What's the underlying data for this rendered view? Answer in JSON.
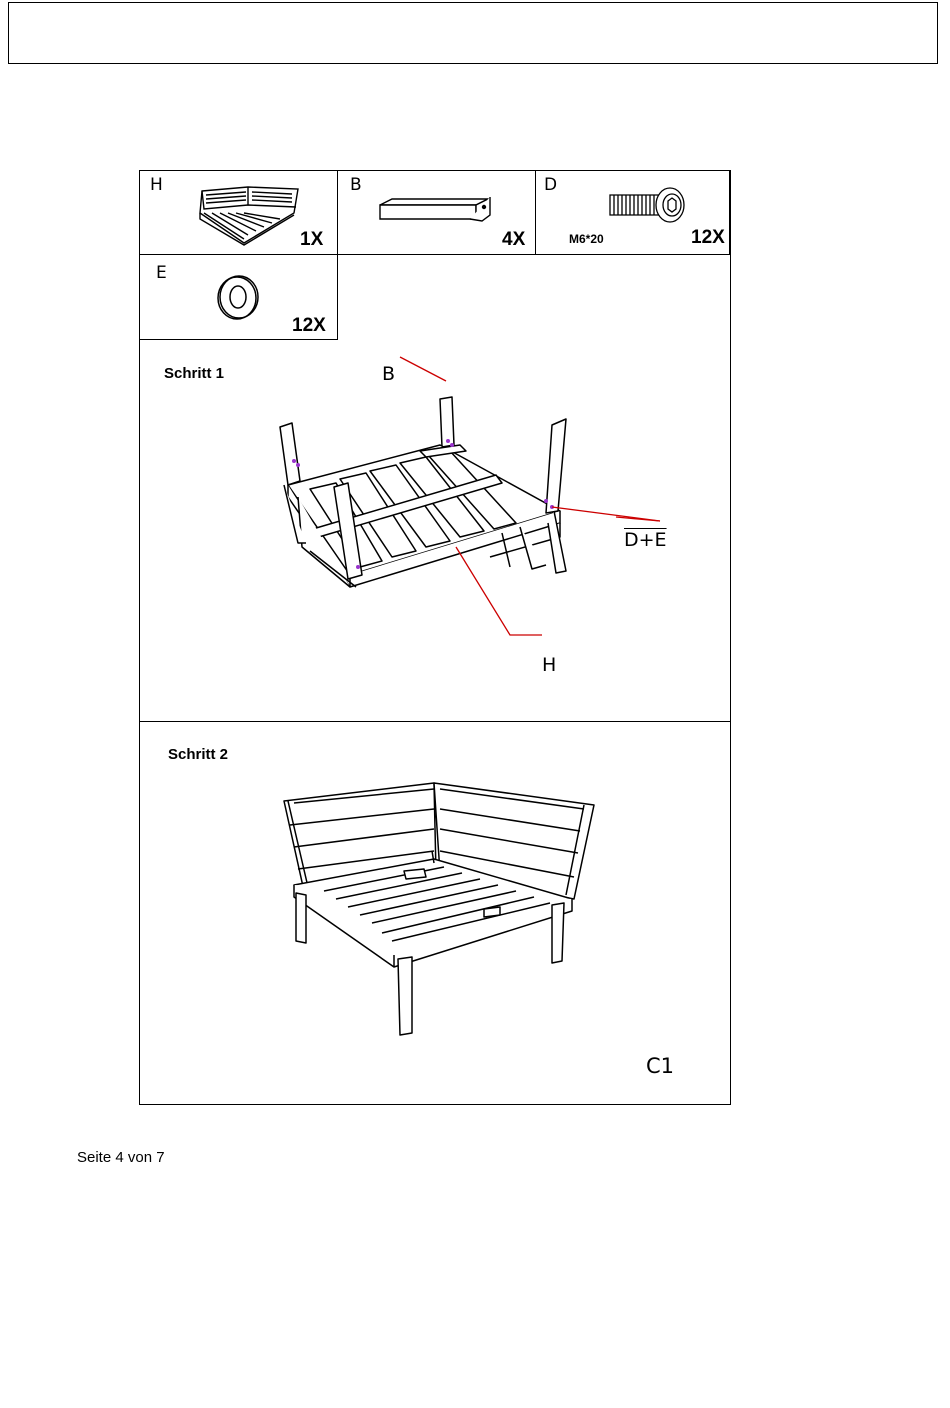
{
  "parts": [
    {
      "letter": "H",
      "qty": "1X",
      "icon": "corner-sofa-icon"
    },
    {
      "letter": "B",
      "qty": "4X",
      "icon": "leg-icon"
    },
    {
      "letter": "D",
      "qty": "12X",
      "spec": "M6*20",
      "icon": "bolt-icon"
    },
    {
      "letter": "E",
      "qty": "12X",
      "icon": "washer-icon"
    }
  ],
  "steps": [
    {
      "title": "Schritt 1",
      "callouts": {
        "leg": "B",
        "bolts": "D+E",
        "frame": "H"
      }
    },
    {
      "title": "Schritt 2",
      "model": "C1"
    }
  ],
  "footer": {
    "page": "Seite 4 von 7"
  },
  "colors": {
    "callout_line": "#cc0000",
    "bolt_marks": "#9933cc"
  }
}
